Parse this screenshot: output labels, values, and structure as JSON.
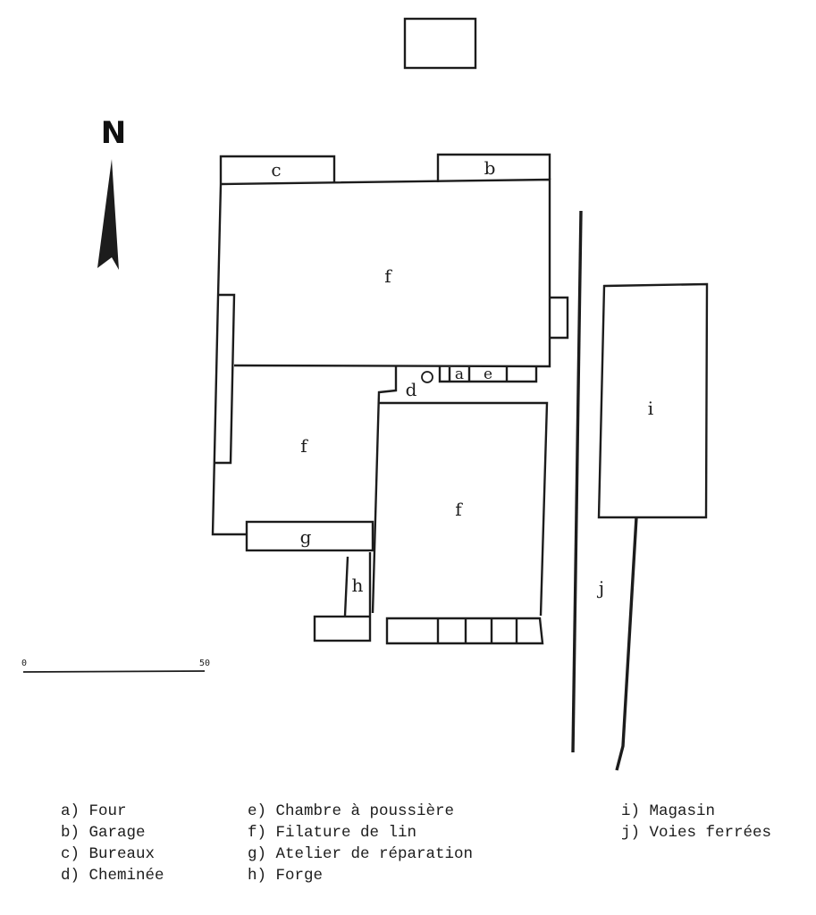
{
  "north_label": "N",
  "scale": {
    "start": "0",
    "end": "50"
  },
  "plan_labels": {
    "a": "a",
    "b": "b",
    "c": "c",
    "d": "d",
    "e": "e",
    "f_north": "f",
    "f_west": "f",
    "f_south": "f",
    "g": "g",
    "h": "h",
    "i": "i",
    "j": "j"
  },
  "legend": {
    "col1": [
      "a) Four",
      "b) Garage",
      "c) Bureaux",
      "d) Cheminée"
    ],
    "col2": [
      "e) Chambre à poussière",
      "f) Filature de lin",
      "g) Atelier de réparation",
      "h) Forge"
    ],
    "col3": [
      "i) Magasin",
      "j) Voies ferrées"
    ]
  }
}
